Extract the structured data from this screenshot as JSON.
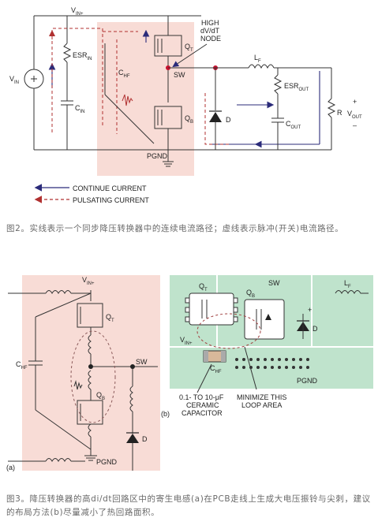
{
  "fig2": {
    "labels": {
      "vin_plus": "V",
      "vin_plus_sub": "IN+",
      "vin": "V",
      "vin_sub": "IN",
      "esr_in": "ESR",
      "esr_in_sub": "IN",
      "cin": "C",
      "cin_sub": "IN",
      "chf": "C",
      "chf_sub": "HF",
      "qt": "Q",
      "qt_sub": "T",
      "qb": "Q",
      "qb_sub": "B",
      "sw": "SW",
      "high_line1": "HIGH",
      "high_line2": "dV/dT",
      "high_line3": "NODE",
      "lf": "L",
      "lf_sub": "F",
      "esr_out": "ESR",
      "esr_out_sub": "OUT",
      "cout": "C",
      "cout_sub": "OUT",
      "d": "D",
      "r": "R",
      "vout": "V",
      "vout_sub": "OUT",
      "plus": "+",
      "minus": "–",
      "pgnd": "PGND"
    },
    "legend": {
      "continue": "CONTINUE CURRENT",
      "pulsating": "PULSATING CURRENT"
    },
    "colors": {
      "solid": "#2b2b7a",
      "dashed": "#b03030",
      "shade": "#f8dcd6",
      "node": "#c8102e"
    }
  },
  "caption2": "图2。实线表示一个同步降压转换器中的连续电流路径；虚线表示脉冲(开关)电流路径。",
  "fig3": {
    "labels": {
      "vin_plus": "V",
      "vin_plus_sub": "IN+",
      "qt": "Q",
      "qt_sub": "T",
      "qb": "Q",
      "qb_sub": "B",
      "chf": "C",
      "chf_sub": "HF",
      "sw": "SW",
      "d": "D",
      "pgnd": "PGND",
      "panel_a": "(a)",
      "pcb_qt": "Q",
      "pcb_qt_sub": "T",
      "pcb_qb": "Q",
      "pcb_qb_sub": "B",
      "pcb_sw": "SW",
      "pcb_lf": "L",
      "pcb_lf_sub": "F",
      "pcb_plus": "+",
      "pcb_d": "D",
      "pcb_vin": "V",
      "pcb_vin_sub": "IN+",
      "pcb_chf": "C",
      "pcb_chf_sub": "HF",
      "pcb_pgnd": "PGND",
      "panel_b": "(b)",
      "cap_note_1": "0.1- TO 10-μF",
      "cap_note_2": "CERAMIC",
      "cap_note_3": "CAPACITOR",
      "loop_note_1": "MINIMIZE THIS",
      "loop_note_2": "LOOP AREA"
    },
    "colors": {
      "pcb": "#bfe3cc",
      "pad": "#ffffff",
      "shade": "#f8dcd6"
    }
  },
  "caption3": "图3。降压转换器的高di/dt回路区中的寄生电感(a)在PCB走线上生成大电压振铃与尖刺，建议的布局方法(b)尽量减小了热回路面积。"
}
